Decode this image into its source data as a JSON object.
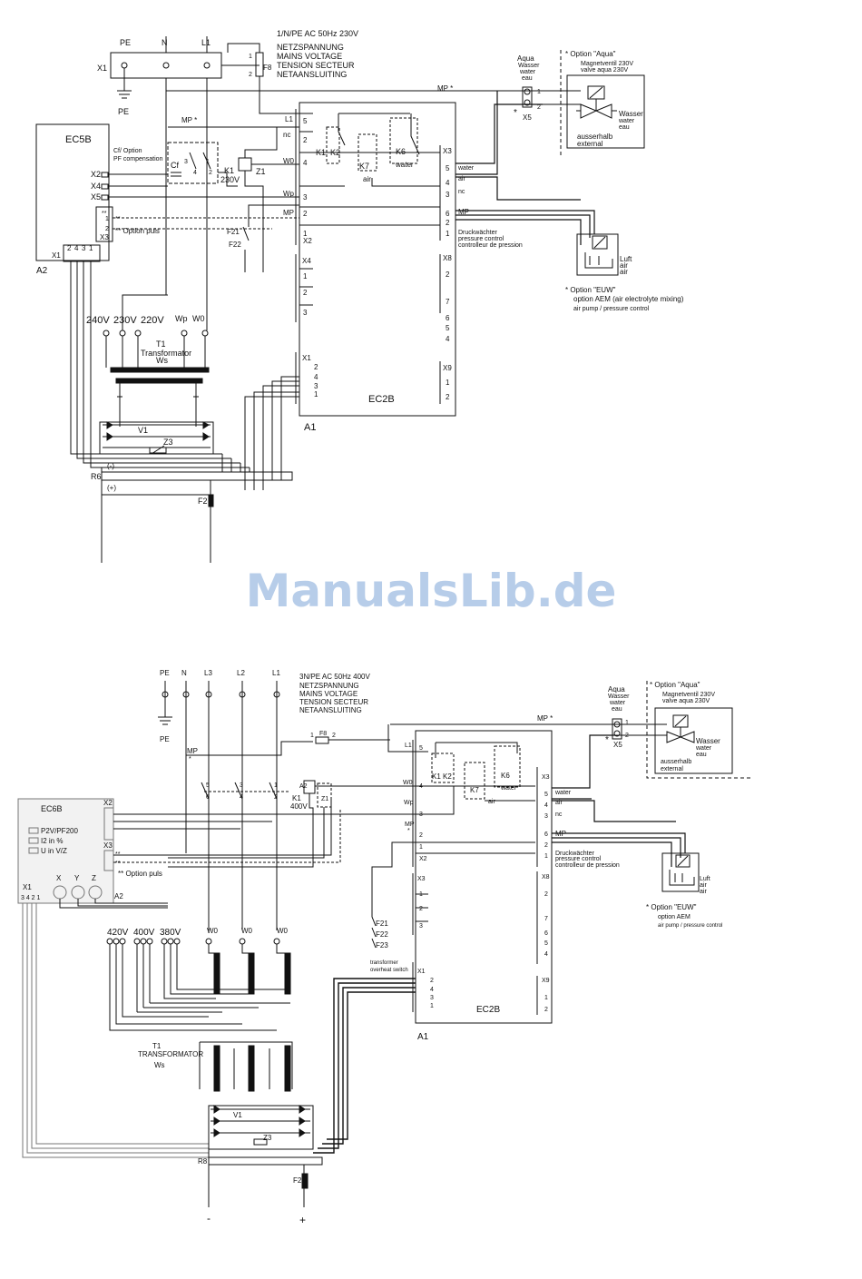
{
  "watermark": "ManualsLib.de",
  "d1": {
    "supply": [
      "1/N/PE AC 50Hz 230V",
      "NETZSPANNUNG",
      "MAINS VOLTAGE",
      "TENSION SECTEUR",
      "NETAANSLUITING"
    ],
    "top_terms": [
      "PE",
      "N",
      "L1"
    ],
    "x1": "X1",
    "pe": "PE",
    "f8": "F8",
    "f8_1": "1",
    "f8_2": "2",
    "ec5b": "EC5B",
    "a2": "A2",
    "cf_text": [
      "Cf/ Option",
      "PF compensation"
    ],
    "cf": "Cf",
    "x2": "X2",
    "x4": "X4",
    "x5": "X5",
    "x3": "X3",
    "x1b": "X1",
    "x3_pins": [
      "**",
      "1",
      "**",
      "2"
    ],
    "option_puls": "** Option puls",
    "x1_pins": [
      "2",
      "4",
      "3",
      "1"
    ],
    "mp": "MP *",
    "mp2": "MP *",
    "k1": "K1",
    "k1v": "230V",
    "z1": "Z1",
    "k_pins": [
      "3",
      "1",
      "4",
      "2"
    ],
    "f21": "F21",
    "f22": "F22",
    "volts": [
      "240V",
      "230V",
      "220V",
      "Wp",
      "W0"
    ],
    "t1": "T1",
    "transformator": "Transformator",
    "ws": "Ws",
    "v1": "V1",
    "z3": "Z3",
    "r6": "R6",
    "minus": "(-)",
    "plus": "(+)",
    "f2": "F2",
    "ec2b": "EC2B",
    "a1": "A1",
    "left_pins": [
      "L1",
      "5",
      "nc",
      "2",
      "W0",
      "4",
      "Wp",
      "3",
      "MP",
      "2",
      "1",
      "X2",
      "X4",
      "1",
      "2",
      "3",
      "X1",
      "2",
      "4",
      "3",
      "1"
    ],
    "k_relays": [
      "K1",
      "K2",
      "K7",
      "K6"
    ],
    "air": "air",
    "water": "water",
    "right_pins": [
      "X3",
      "5",
      "4",
      "3",
      "6",
      "2",
      "1",
      "X8",
      "2",
      "7",
      "6",
      "5",
      "4",
      "X9",
      "1",
      "2"
    ],
    "right_labels": [
      "water",
      "air",
      "nc",
      "MP"
    ],
    "pressure": [
      "Druckwächter",
      "pressure control",
      "controlleur de pression"
    ],
    "aqua": [
      "Aqua",
      "Wasser",
      "water",
      "eau"
    ],
    "x5_pins": [
      "1",
      "2"
    ],
    "opt_aqua": [
      "*  Option \"Aqua\"",
      "Magnetventil 230V",
      "valve aqua 230V"
    ],
    "wasser": [
      "Wasser",
      "water",
      "eau"
    ],
    "ausserhalb": [
      "ausserhalb",
      "external"
    ],
    "luft": [
      "Luft",
      "air",
      "air"
    ],
    "opt_euw": [
      "*  Option \"EUW\"",
      "option AEM (air electrolyte mixing)",
      "air pump / pressure control"
    ]
  },
  "d2": {
    "supply": [
      "3N/PE AC 50Hz 400V",
      "NETZSPANNUNG",
      "MAINS VOLTAGE",
      "TENSION SECTEUR",
      "NETAANSLUITING"
    ],
    "top_terms": [
      "PE",
      "N",
      "L3",
      "L2",
      "L1"
    ],
    "pe": "PE",
    "mp": "MP",
    "mp_star": "*",
    "mp2": "MP *",
    "f8": "F8",
    "f8_1": "1",
    "f8_2": "2",
    "k1": "K1",
    "k1v": "400V",
    "a2k": "A2",
    "z1": "Z1",
    "cont_pins": [
      "5",
      "6",
      "3",
      "4",
      "1",
      "2"
    ],
    "ec6b": "EC6B",
    "ec6b_lines": [
      "P2V/PF200",
      "I2  in  %",
      "U  in  V/Z"
    ],
    "x2": "X2",
    "x3": "X3",
    "x3_pins": [
      "**",
      "**"
    ],
    "option_puls": "** Option puls",
    "xyz": [
      "X",
      "Y",
      "Z"
    ],
    "x1": "X1",
    "x1_pins": "3 4 2 1",
    "a2": "A2",
    "volts": [
      "420V",
      "400V",
      "380V"
    ],
    "w0": [
      "W0",
      "W0",
      "W0"
    ],
    "f21": "F21",
    "f22": "F22",
    "f23": "F23",
    "overheat": [
      "transformer",
      "overheat switch"
    ],
    "t1": [
      "T1",
      "TRANSFORMATOR",
      "Ws"
    ],
    "v1": "V1",
    "z3": "Z3",
    "r8": "R8",
    "f2": "F2",
    "minus": "-",
    "plus": "+",
    "ec2b": "EC2B",
    "a1": "A1",
    "left_pins": [
      "L1",
      "5",
      "W0",
      "4",
      "Wp",
      "3",
      "MP",
      "*",
      "2",
      "1",
      "X2",
      "X3",
      "1",
      "2",
      "3",
      "X1",
      "2",
      "4",
      "3",
      "1"
    ],
    "k_relays": [
      "K1",
      "K2",
      "K7",
      "K6"
    ],
    "air": "air",
    "water": "water",
    "right_pins": [
      "X3",
      "5",
      "4",
      "3",
      "6",
      "2",
      "1",
      "X8",
      "2",
      "7",
      "6",
      "5",
      "4",
      "X9",
      "1",
      "2"
    ],
    "right_labels": [
      "water",
      "air",
      "nc",
      "MP"
    ],
    "pressure": [
      "Druckwächter",
      "pressure control",
      "controlleur de pression"
    ],
    "aqua": [
      "Aqua",
      "Wasser",
      "water",
      "eau"
    ],
    "x5": "X5",
    "x5_pins": [
      "1",
      "2"
    ],
    "opt_aqua": [
      "*  Option \"Aqua\"",
      "Magnetventil 230V",
      "valve aqua 230V"
    ],
    "wasser": [
      "Wasser",
      "water",
      "eau"
    ],
    "ausserhalb": [
      "ausserhalb",
      "external"
    ],
    "luft": [
      "Luft",
      "air",
      "air"
    ],
    "opt_euw": [
      "*  Option \"EUW\"",
      "option AEM",
      "air pump / pressure control"
    ]
  }
}
